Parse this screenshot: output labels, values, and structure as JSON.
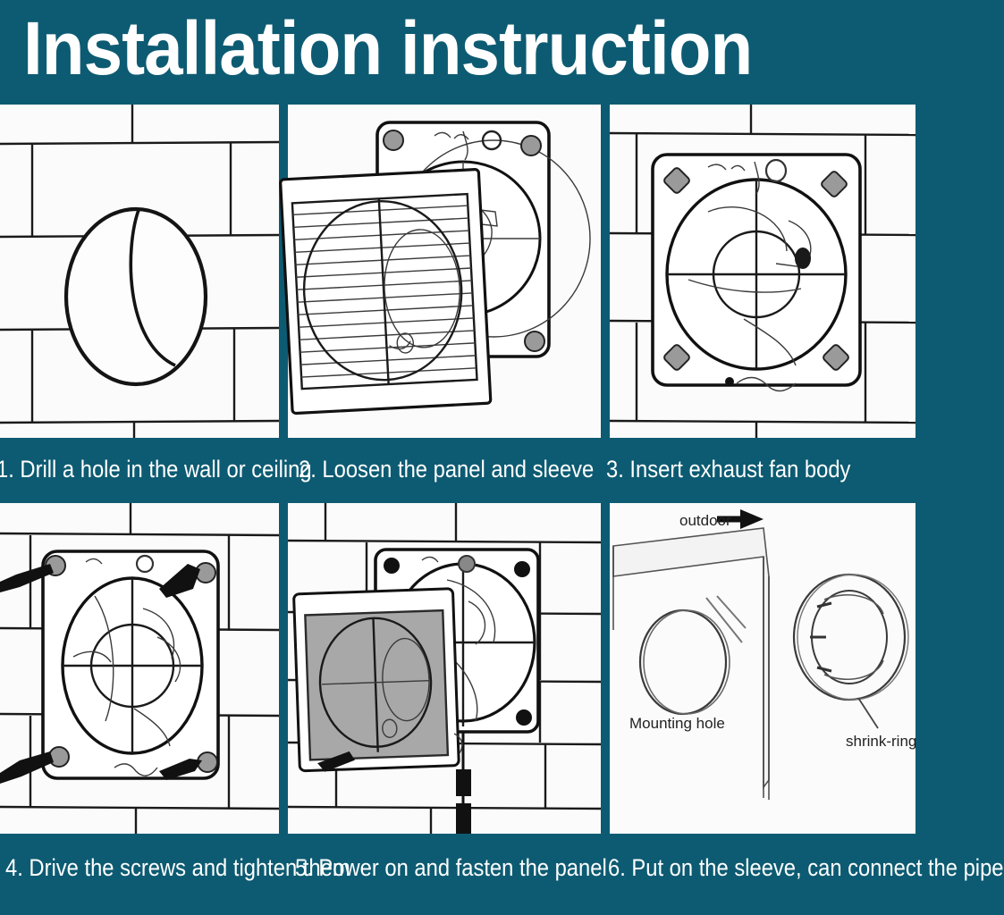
{
  "header": {
    "title": "Installation instruction",
    "background_color": "#0d5b72",
    "text_color": "#ffffff"
  },
  "steps": [
    {
      "number": "1.",
      "caption": "1. Drill a hole in the wall or ceiling",
      "illustration": "brick-wall-with-drilled-hole"
    },
    {
      "number": "2.",
      "caption": "2. Loosen the panel and sleeve",
      "illustration": "louver-panel-separated-from-fan-body"
    },
    {
      "number": "3.",
      "caption": "3. Insert exhaust fan body",
      "illustration": "fan-body-inserted-into-wall-hole"
    },
    {
      "number": "4.",
      "caption": "4. Drive the screws and tighten them",
      "illustration": "screwdrivers-tightening-corner-screws"
    },
    {
      "number": "5.",
      "caption": "5. Power on and fasten the panel",
      "illustration": "front-panel-attached-with-power-cord"
    },
    {
      "number": "6.",
      "caption": "6. Put on the sleeve, can connect the pipe",
      "illustration": "wall-section-with-mounting-hole-and-shrink-ring"
    }
  ],
  "diagram_labels": {
    "outdoor": "outdoor",
    "mounting_hole": "Mounting hole",
    "shrink_ring": "shrink-ring"
  },
  "colors": {
    "accent_teal": "#0d5b72",
    "panel_background": "#fbfbfb",
    "line_black": "#1a1a1a",
    "panel_grey": "#a8a8a8"
  }
}
